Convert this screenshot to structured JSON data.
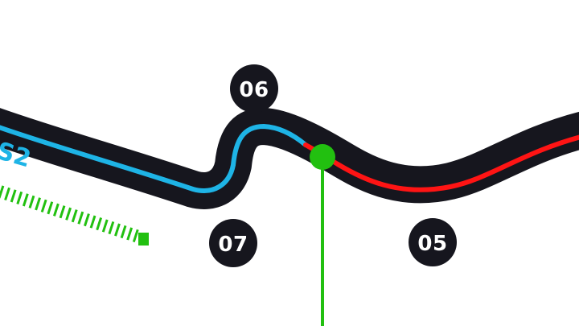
{
  "track": {
    "colors": {
      "asphalt": "#16161e",
      "sector_blue": "#1eb4e6",
      "sector_red": "#ff1414",
      "marker_green": "#22c010",
      "label_bg": "#16161e",
      "label_text": "#ffffff"
    },
    "sector_label": "S2",
    "corners": [
      {
        "id": "06",
        "label": "06"
      },
      {
        "id": "07",
        "label": "07"
      },
      {
        "id": "05",
        "label": "05"
      }
    ],
    "position_marker": {
      "name": "car-position-marker"
    },
    "speed_trap": {
      "name": "green-dashed-zone"
    }
  }
}
